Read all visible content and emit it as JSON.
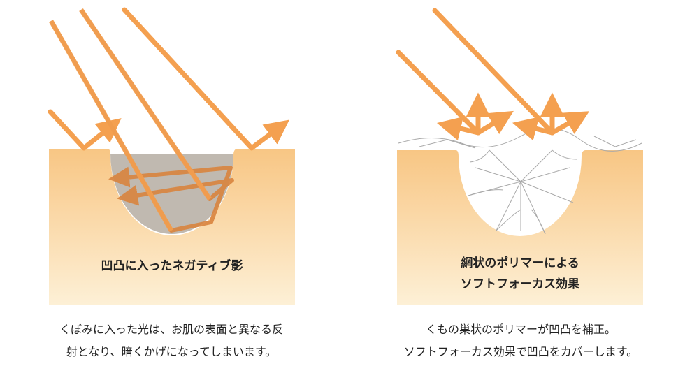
{
  "left_panel": {
    "label": "凹凸に入ったネガティブ影",
    "caption_lines": [
      "くぼみに入った光は、お肌の表面と異なる反",
      "射となり、暗くかげになってしまいます。"
    ]
  },
  "right_panel": {
    "label_lines": [
      "網状のポリマーによる",
      "ソフトフォーカス効果"
    ],
    "caption_lines": [
      "くもの巣状のポリマーが凹凸を補正。",
      "ソフトフォーカス効果で凹凸をカバーします。"
    ]
  },
  "colors": {
    "skin_top": "#f8c684",
    "skin_bottom": "#fdf0d6",
    "light": "#f4a050",
    "shadow": "#b9b1a7",
    "polymer": "#a9a9a9"
  }
}
